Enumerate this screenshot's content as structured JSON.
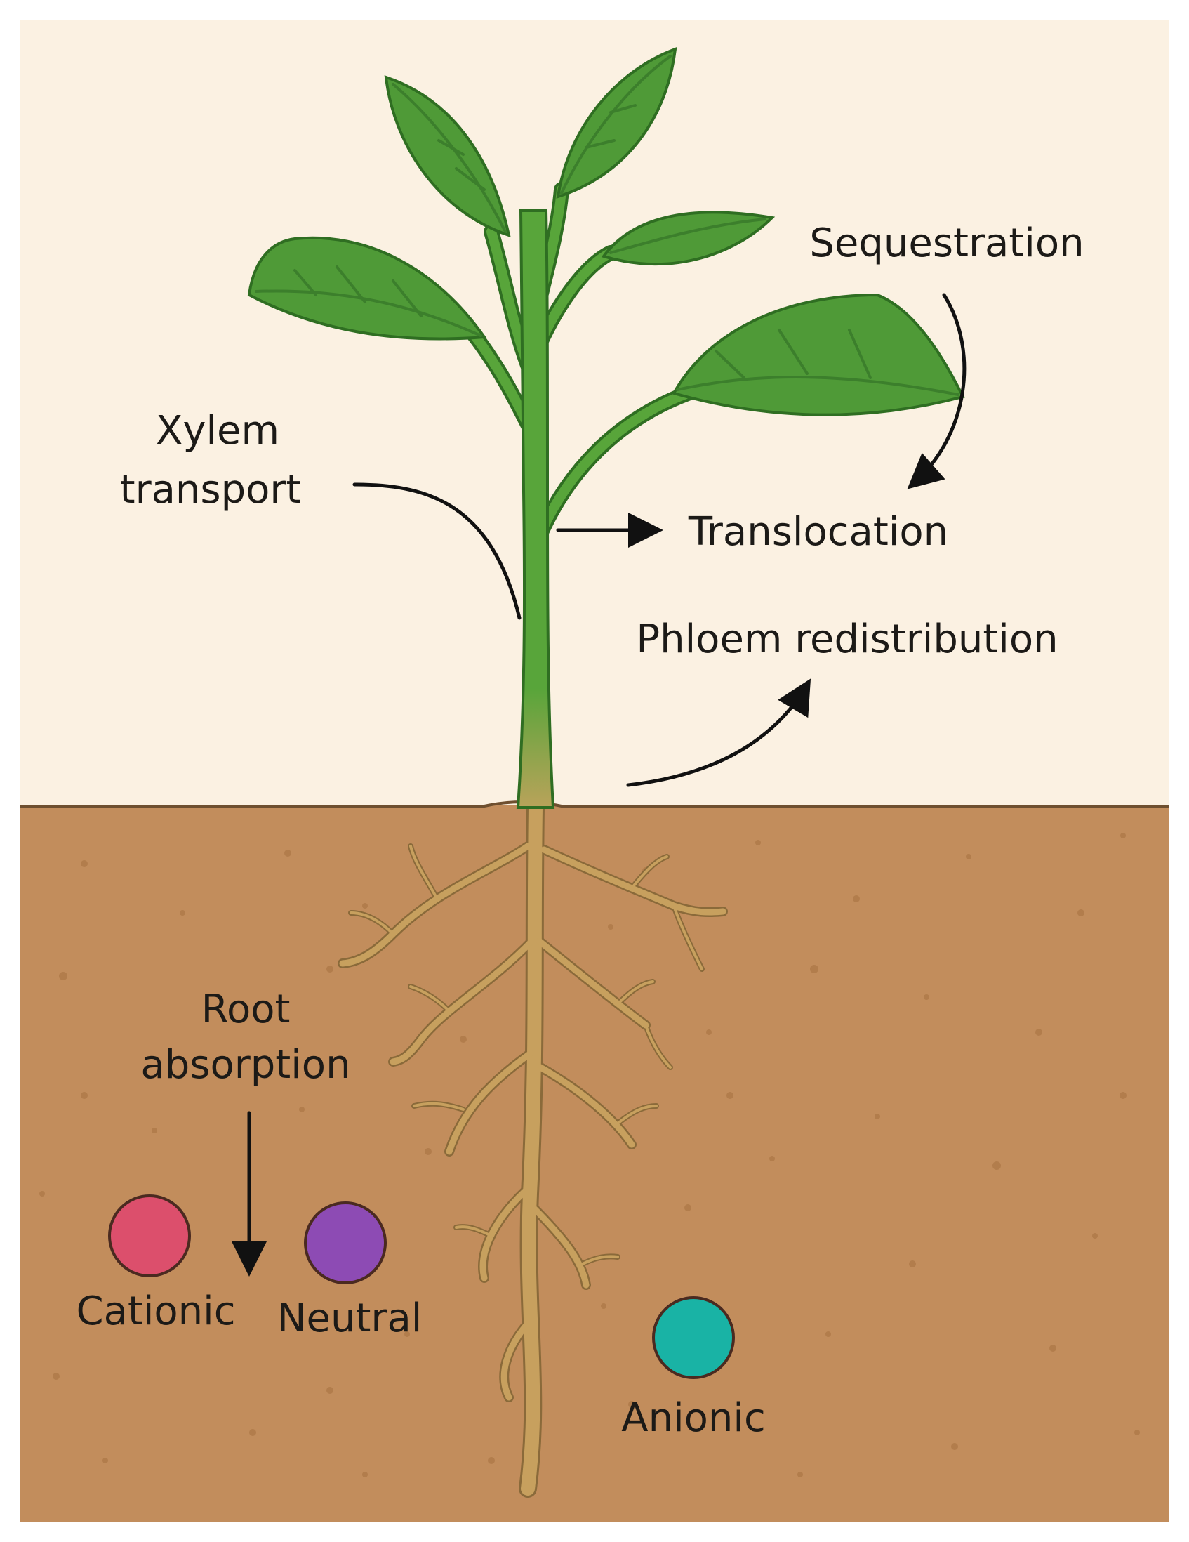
{
  "colors": {
    "sky": "#fbf1e2",
    "soil": "#c28d5c",
    "soil_dark": "#b27d4c",
    "soil_line": "#6e4f2f",
    "leaf": "#4f9a37",
    "leaf_dark": "#2f6e22",
    "leaf_vein": "#3c7f2c",
    "stem": "#58a53a",
    "root": "#c7a05e",
    "root_outline": "#8a6a3a",
    "arrow": "#111111",
    "cationic": "#dc4f6c",
    "neutral": "#8d4bb4",
    "anionic": "#19b3a5"
  },
  "labels": {
    "sequestration": "Sequestration",
    "xylem_1": "Xylem",
    "xylem_2": "transport",
    "translocation": "Translocation",
    "phloem": "Phloem redistribution",
    "root_1": "Root",
    "root_2": "absorption",
    "cationic": "Cationic",
    "neutral": "Neutral",
    "anionic": "Anionic"
  },
  "icons": {
    "cationic": "red-circle",
    "neutral": "purple-circle",
    "anionic": "teal-circle"
  }
}
